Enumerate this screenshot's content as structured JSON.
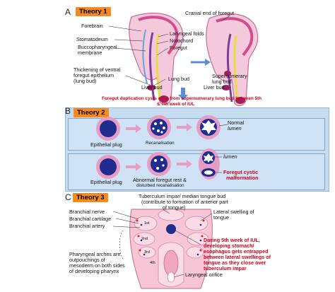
{
  "panels": {
    "a": {
      "letter": "A",
      "theory": "Theory 1",
      "labels": {
        "cranial_end": "Cranial end of foregut",
        "forebrain": "Forebrain",
        "stomatodeum": "Stomatodeum",
        "laryngeal_folds": "Laryngeal folds",
        "buccopharyngeal_1": "Buccopharyngeal",
        "buccopharyngeal_2": "membrane",
        "notochord": "Notochord",
        "foregut": "Foregut",
        "thickening_1": "Thickening of ventral",
        "thickening_2": "foregut epithelium",
        "thickening_3": "(lung bud)",
        "lung_bud": "Lung bud",
        "liver_bud_left": "Liver bud",
        "supernumerary_1": "Supernumerary",
        "supernumerary_2": "lung bud",
        "liver_bud_right": "Liver bud"
      },
      "note_1": "Foregut duplication cysts arise from supernumerary lung bud between 5th",
      "note_2": "& 7th week of IUL"
    },
    "b": {
      "letter": "B",
      "theory": "Theory 2",
      "row1": {
        "epithelial_plug": "Epithelial plug",
        "recanalisation": "Recanalisation",
        "normal_1": "Normal",
        "normal_2": "lumen"
      },
      "row2": {
        "epithelial_plug": "Epithelial plug",
        "abnormal_1": "Abnormal foregut rest &",
        "abnormal_2": "disturbed recanalisation",
        "lumen": "lumen",
        "cystic_1": "Foregut cystic",
        "cystic_2": "malformation"
      }
    },
    "c": {
      "letter": "C",
      "theory": "Theory 3",
      "labels": {
        "tuberculum_1": "Tuberculum impar/ median tongue bud",
        "tuberculum_2": "(contribute to formation of anterior part",
        "tuberculum_3": "of tongue)",
        "branchial_nerve": "Branchial nerve",
        "branchial_cartilage": "Branchial cartilage",
        "branchial_artery": "Branchial artery",
        "lateral_1": "Lateral swelling of",
        "lateral_2": "tongue",
        "arch_1st": "1st",
        "arch_2nd": "2nd",
        "arch_3rd": "3rd",
        "arch_4th": "4th",
        "pharyngeal_1": "Pharyngeal arches are",
        "pharyngeal_2": "outpouchings of",
        "pharyngeal_3": "mesoderm on both sides",
        "pharyngeal_4": "of developing pharynx",
        "laryngeal_orifice": "Laryngeal orifice"
      },
      "note": [
        "During 5th week of IUL,",
        "developing stomach/",
        "esophagus gets entrapped",
        "between lateral swellings of",
        "tongue as they close over",
        "tuberculum impar"
      ]
    }
  },
  "colors": {
    "theme_box": "#f58a1f",
    "note_red": "#d0021b",
    "panel_b_bg": "#c6dcf1",
    "plug_navy": "#1f2d8f",
    "ring_pink": "#e79cc4"
  }
}
